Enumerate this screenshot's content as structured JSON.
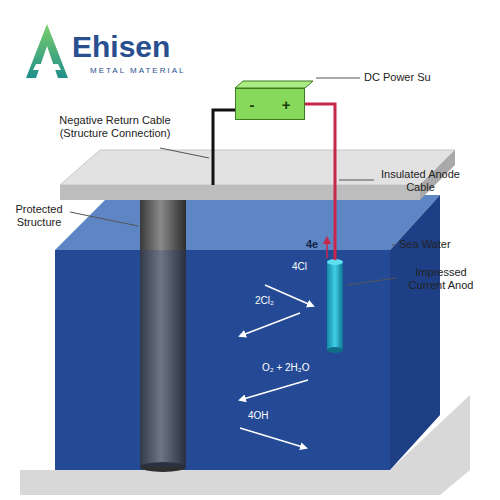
{
  "diagram": {
    "nodes": [
      {
        "text": [
          "-",
          "+"
        ]
      }
    ],
    "labels": [
      "Ehisen",
      "METAL MATERIAL",
      "Negative Return Cable (Structure Connection)",
      "DC Power Su",
      "Protected Structure",
      "Insulated Anode Cable",
      "Sea Water",
      "Impressed Current Anod",
      "4e",
      "4Cl",
      "2Cl₂",
      "O₂ + 2H₂O",
      "4OH"
    ]
  }
}
